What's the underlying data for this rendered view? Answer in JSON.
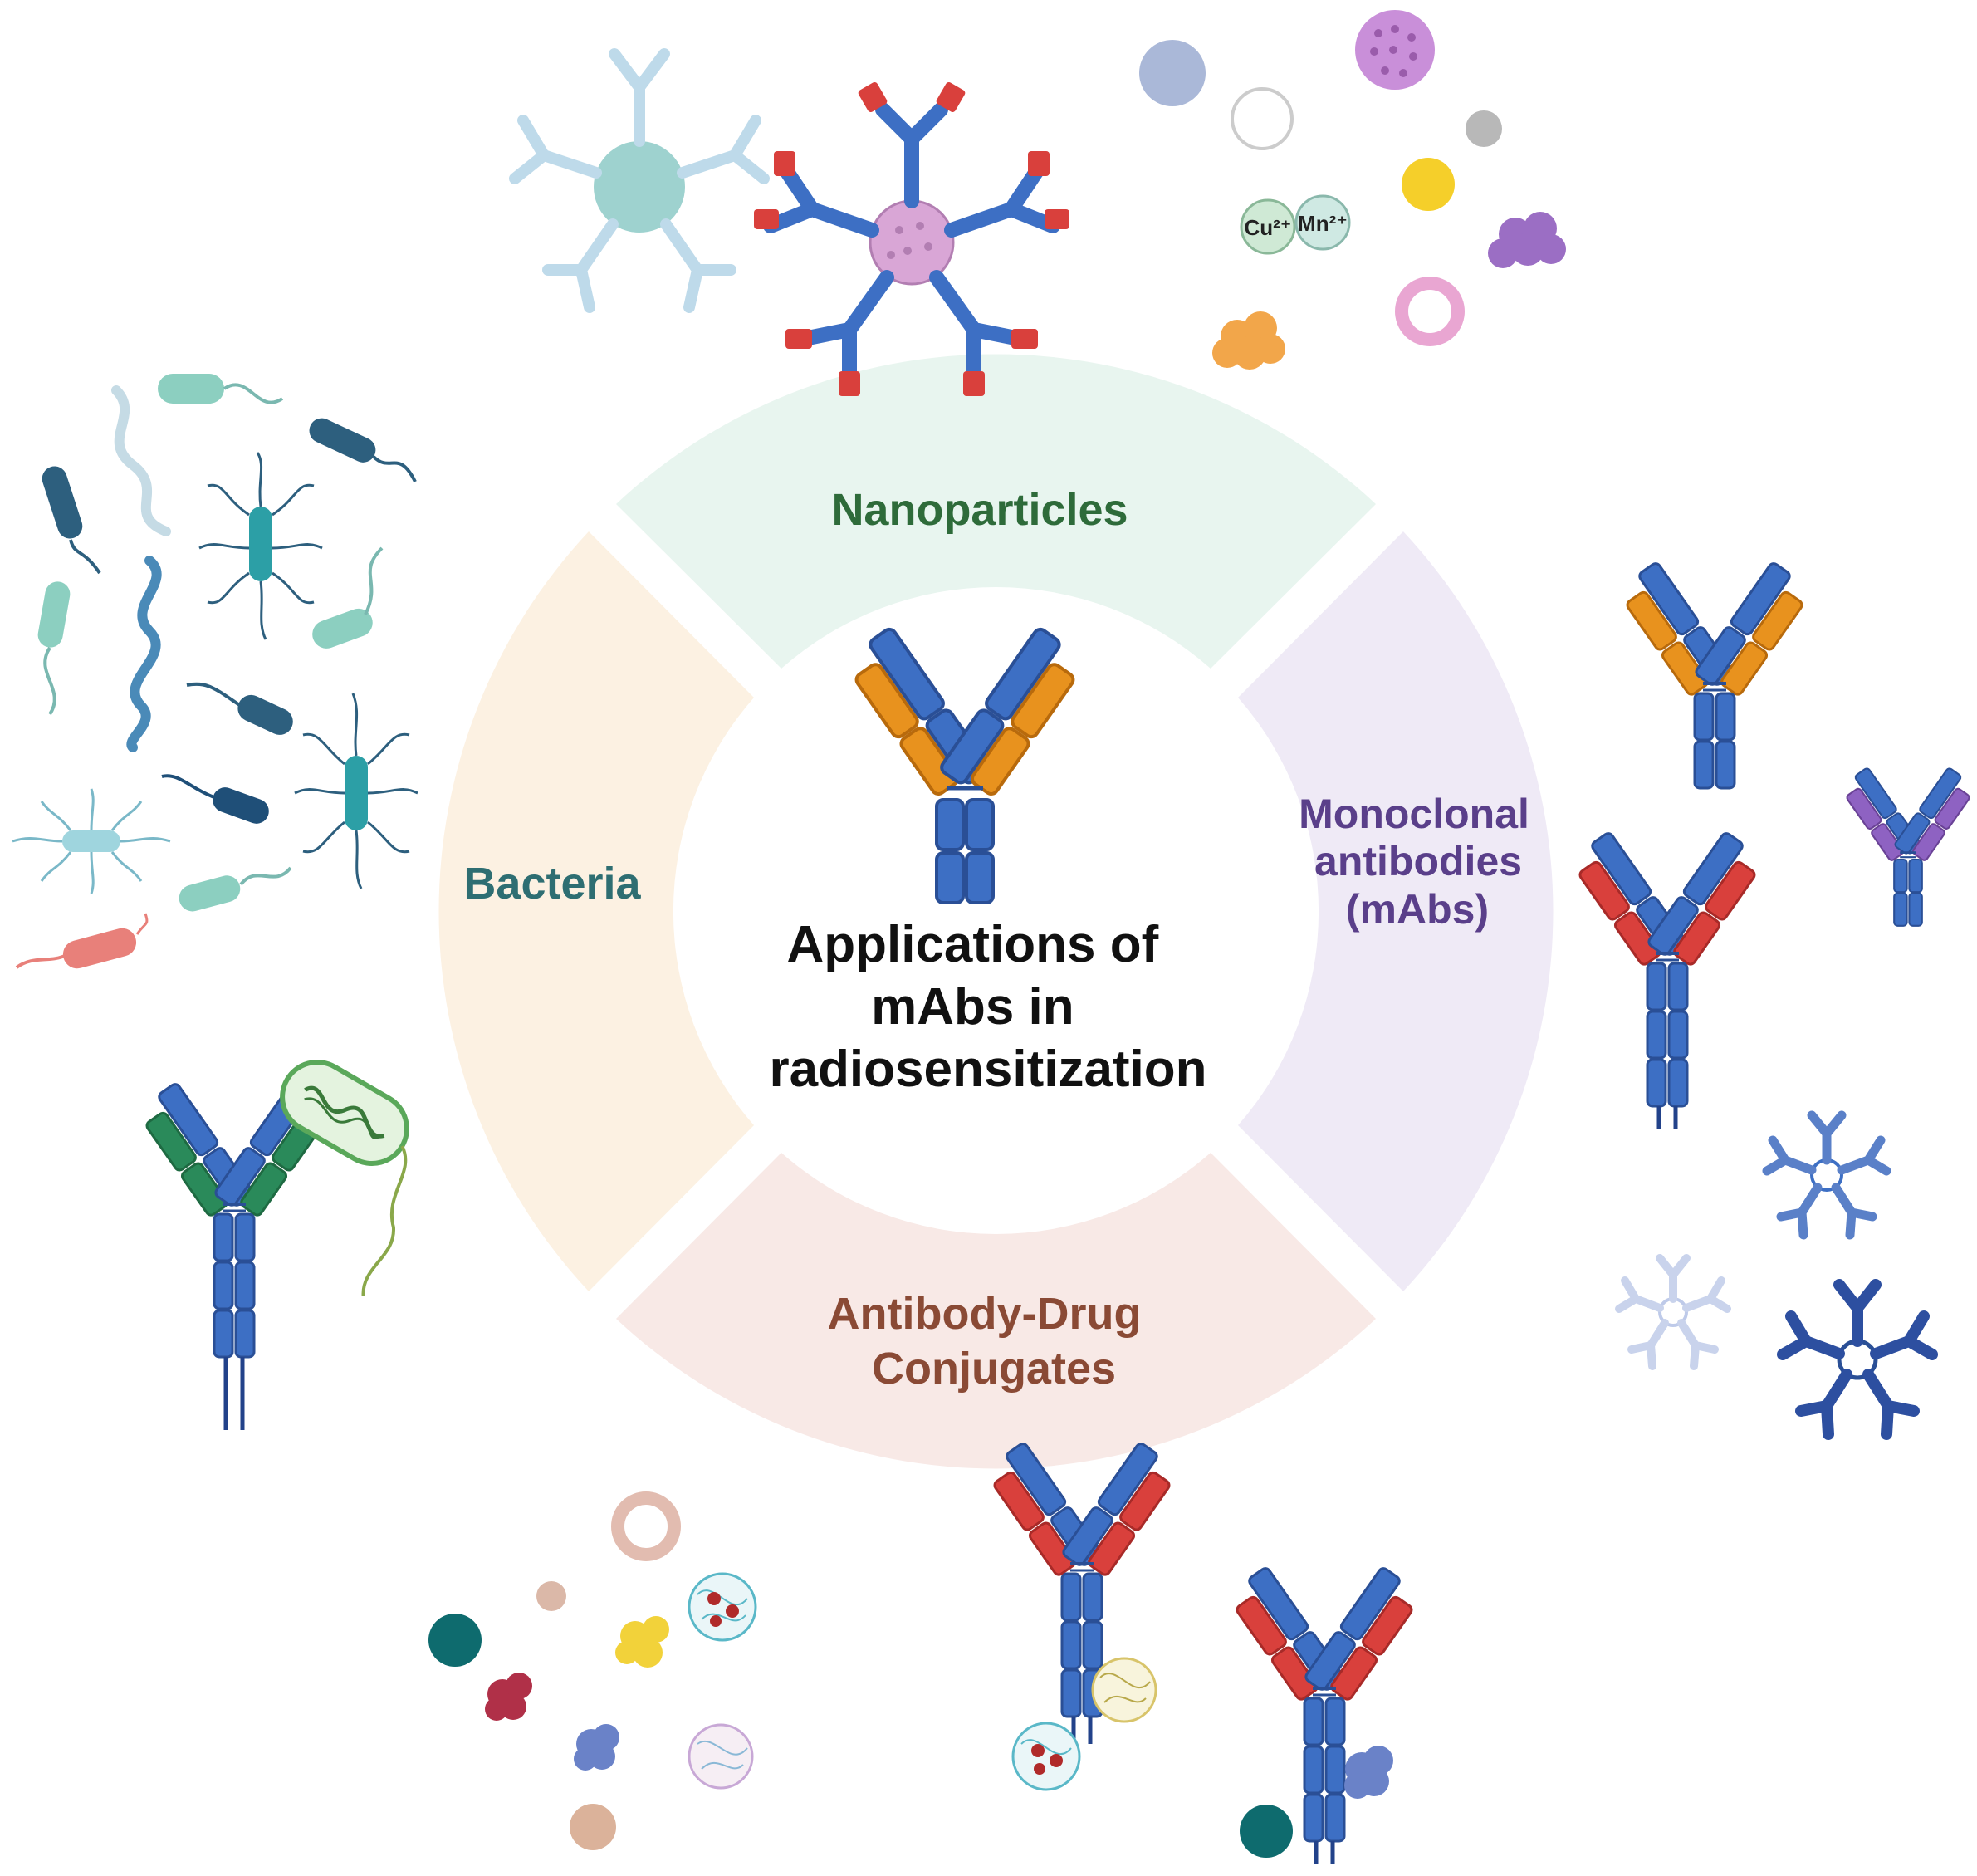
{
  "center": {
    "title_lines": [
      "Applications of",
      "mAbs in",
      "radiosensitization"
    ]
  },
  "segments": {
    "nanoparticles": {
      "label": "Nanoparticles"
    },
    "mabs": {
      "label_lines": [
        "Monoclonal",
        "antibodies",
        "(mAbs)"
      ]
    },
    "adc": {
      "label_lines": [
        "Antibody-Drug",
        "Conjugates"
      ]
    },
    "bacteria": {
      "label": "Bacteria"
    }
  },
  "ions": {
    "copper": "Cu²⁺",
    "manganese": "Mn²⁺"
  },
  "colors": {
    "nanoparticles_fill": "#e8f5ef",
    "nanoparticles_text": "#2e6b3a",
    "mabs_fill": "#efeaf6",
    "mabs_text": "#5a3f8a",
    "adc_fill": "#f8e9e6",
    "adc_text": "#8a4a35",
    "bacteria_fill": "#fcf1e2",
    "bacteria_text": "#2e6e72",
    "antibody_blue": "#3d6fc4",
    "antibody_orange": "#e8921e",
    "antibody_red": "#d9403c",
    "antibody_green": "#2a8a5a",
    "antibody_purple": "#8e62c2"
  },
  "icons": [
    "antibody-icon",
    "multimeric-antibody-icon",
    "nanoparticle-icon",
    "ion-icon",
    "bacterium-icon",
    "spirochete-icon",
    "drug-payload-icon"
  ]
}
